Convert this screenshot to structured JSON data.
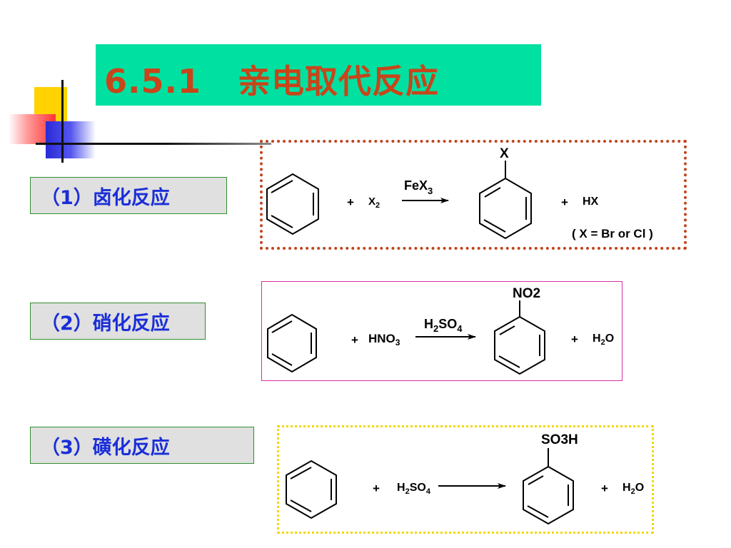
{
  "slide": {
    "title": "6.5.1   亲电取代反应"
  },
  "sections": [
    {
      "label": "（1）卤化反应",
      "plus1": "+",
      "reagent_main": "X",
      "reagent_sub": "2",
      "catalyst_main": "FeX",
      "catalyst_sub": "3",
      "substituent": "X",
      "plus2": "+",
      "byproduct": "HX",
      "note": "( X = Br or Cl )"
    },
    {
      "label": "（2）硝化反应",
      "plus1": "+",
      "reagent_main": "HNO",
      "reagent_sub": "3",
      "catalyst_a": "H",
      "catalyst_a_sub": "2",
      "catalyst_b": "SO",
      "catalyst_b_sub": "4",
      "substituent": "NO2",
      "plus2": "+",
      "byproduct_a": "H",
      "byproduct_sub": "2",
      "byproduct_b": "O"
    },
    {
      "label": "（3）磺化反应",
      "plus1": "+",
      "reagent_a": "H",
      "reagent_a_sub": "2",
      "reagent_b": "SO",
      "reagent_b_sub": "4",
      "substituent": "SO3H",
      "plus2": "+",
      "byproduct_a": "H",
      "byproduct_sub": "2",
      "byproduct_b": "O"
    }
  ],
  "colors": {
    "title_bg": "#00e0a0",
    "title_text": "#c8451a",
    "label_text": "#1a2ed8",
    "label_bg": "#e0e0e0",
    "frame1": "#c0451e",
    "frame2": "#d630a0",
    "frame3": "#f2d800"
  }
}
